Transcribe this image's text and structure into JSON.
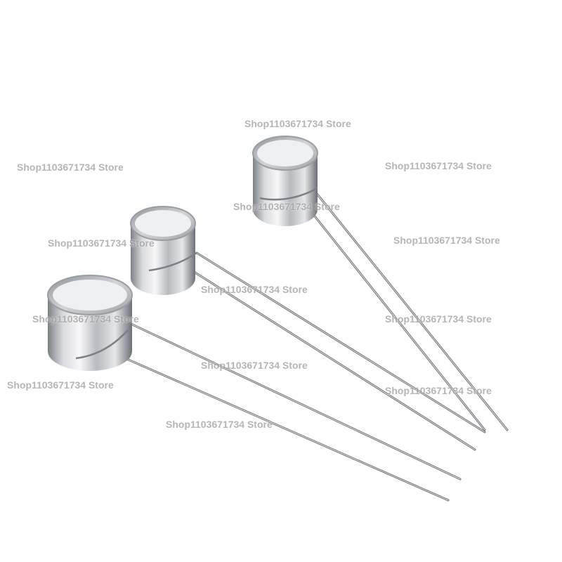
{
  "watermarks": [
    "Shop1103671734 Store",
    "Shop1103671734 Store",
    "Shop1103671734 Store",
    "Shop1103671734 Store",
    "Shop1103671734 Store",
    "Shop1103671734 Store",
    "Shop1103671734 Store",
    "Shop1103671734 Store",
    "Shop1103671734 Store",
    "Shop1103671734 Store",
    "Shop1103671734 Store",
    "Shop1103671734 Store",
    "Shop1103671734 Store"
  ],
  "colors": {
    "background": "#ffffff",
    "steel_light": "#e9eaec",
    "steel_mid": "#b9bcc1",
    "steel_dark": "#6f7379",
    "watermark": "#787878"
  },
  "objects": [
    "stainless-ring-skewer",
    "stainless-ring-skewer",
    "stainless-ring-skewer"
  ]
}
